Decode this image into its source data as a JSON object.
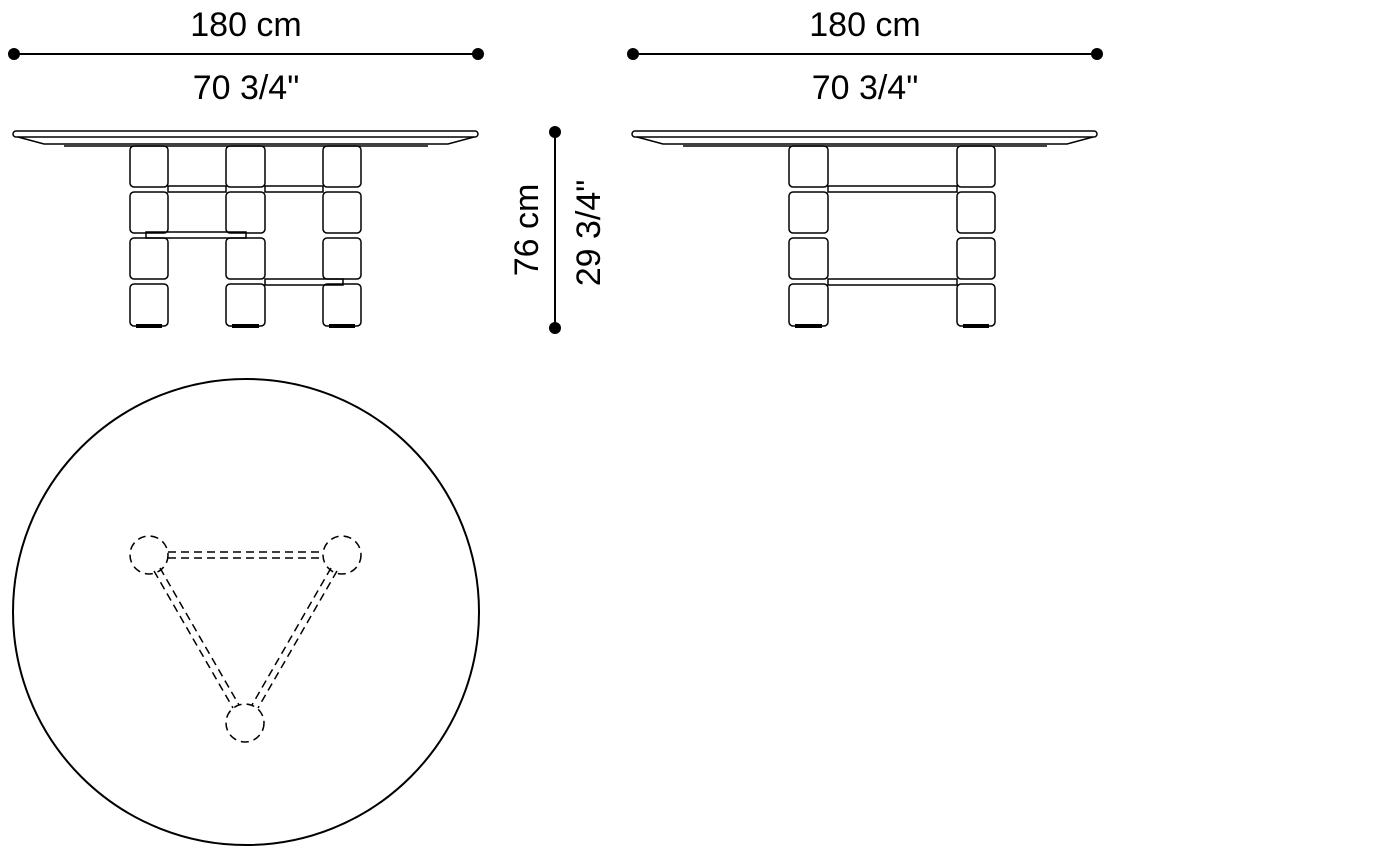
{
  "dimensions": {
    "front_width": {
      "metric": "180 cm",
      "imperial": "70 3/4\""
    },
    "side_width": {
      "metric": "180 cm",
      "imperial": "70 3/4\""
    },
    "height": {
      "metric": "76 cm",
      "imperial": "29 3/4\""
    }
  }
}
